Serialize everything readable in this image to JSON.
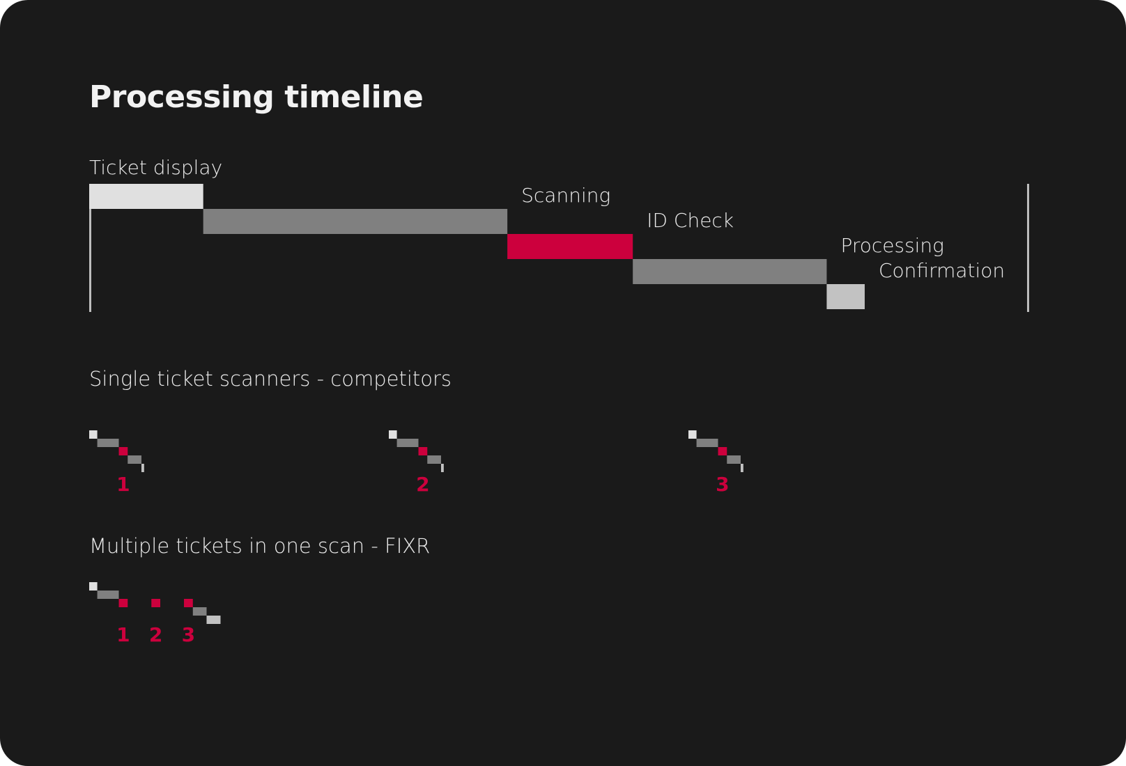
{
  "title": "Processing timeline",
  "colors": {
    "background": "#1a1a1a",
    "text": "#ececec",
    "accent": "#cc003d",
    "step_light": "#e0e0e0",
    "step_mid": "#808080",
    "step_end": "#c2c2c2",
    "divider": "#bdbdbd"
  },
  "main_timeline": {
    "steps": [
      {
        "label": "Ticket display",
        "duration": 3,
        "color": "#e0e0e0"
      },
      {
        "label": "Scanning",
        "duration": 8,
        "color": "#808080"
      },
      {
        "label": "ID Check",
        "duration": 3.3,
        "color": "#cc003d"
      },
      {
        "label": "Processing",
        "duration": 5.1,
        "color": "#808080"
      },
      {
        "label": "Confirmation",
        "duration": 1,
        "color": "#c2c2c2"
      }
    ]
  },
  "single_section": {
    "title": "Single ticket scanners - competitors",
    "runs": [
      "1",
      "2",
      "3"
    ]
  },
  "multi_section": {
    "title": "Multiple tickets in one scan - FIXR",
    "checks": [
      "1",
      "2",
      "3"
    ]
  }
}
